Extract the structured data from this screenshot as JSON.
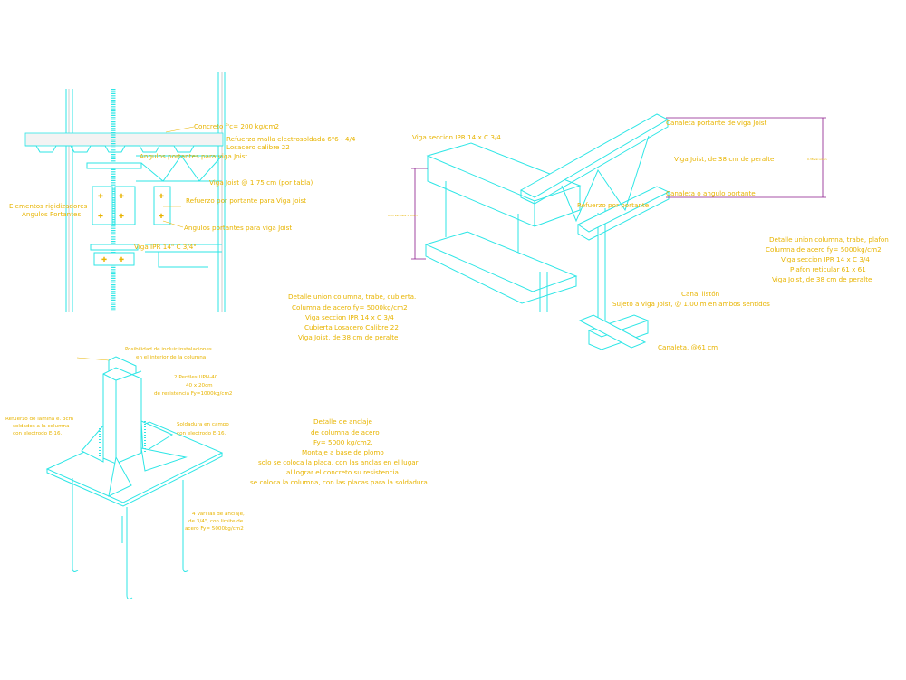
{
  "colors": {
    "linework": "#2ee6e6",
    "annotation": "#e8b400",
    "dimension": "#8a1a8a",
    "background": "#ffffff"
  },
  "detail1": {
    "labels": [
      "Concreto f'c= 200 kg/cm2",
      "Refuerzo malla electrosoldada 6\"6 - 4/4",
      "Losacero calibre 22",
      "Angulos portantes para viga Joist",
      "Viga Joist @ 1.75 cm (por tabla)",
      "Elementos rigidizadores",
      "Angulos Portantes",
      "Refuerzo por portante para Viga Joist",
      "Angulos portantes para viga Joist",
      "Viga IPR 14\" C 3/4\""
    ],
    "caption": [
      "Detalle union columna, trabe, cubierta.",
      "Columna de acero fy= 5000kg/cm2",
      "Viga seccion IPR 14 x C 3/4",
      "Cubierta Losacero Calibre 22",
      "Viga Joist, de 38 cm de peralte"
    ]
  },
  "detail2": {
    "labels": [
      "Posibilidad de incluir instalaciones",
      "en el interior de la columna",
      "2 Perfiles UPN-40",
      "40 x 20cm",
      "de resistencia Fy=1000kg/cm2",
      "Refuerzo de lamina e. 3cm",
      "soldados a la columna",
      "con electrodo E-16.",
      "Soldadura en campo",
      "con electrodo E-16.",
      "4 Varillas de anclaje,",
      "de 3/4\", con limite de",
      "acero Fy= 5000kg/cm2"
    ],
    "caption": [
      "Detalle de anclaje",
      "de columna de acero",
      "Fy= 5000 kg/cm2.",
      "Montaje a base de plomo",
      "solo se coloca la placa, con las anclas en el lugar",
      "al lograr el concreto su resistencia",
      "se coloca la columna, con las placas para la soldadura"
    ]
  },
  "detail3": {
    "labels": [
      "Viga seccion IPR 14 x C 3/4",
      "Canaleta portante de viga Joist",
      "Viga Joist, de 38 cm de peralte",
      "Canaleta o angulo portante",
      "Refuerzo por portante",
      "Canal listón",
      "Sujeto a viga Joist, @ 1.00 m en ambos sentidos",
      "Canaleta, @61 cm"
    ],
    "dim_left": "0.35 var.vista 1 union",
    "dim_right": "0.38 var.union",
    "caption": [
      "Detalle union columna, trabe, plafon",
      "Columna de acero fy= 5000kg/cm2",
      "Viga seccion IPR 14 x C 3/4",
      "Plafon reticular 61 x 61",
      "Viga Joist, de 38 cm de peralte"
    ]
  }
}
